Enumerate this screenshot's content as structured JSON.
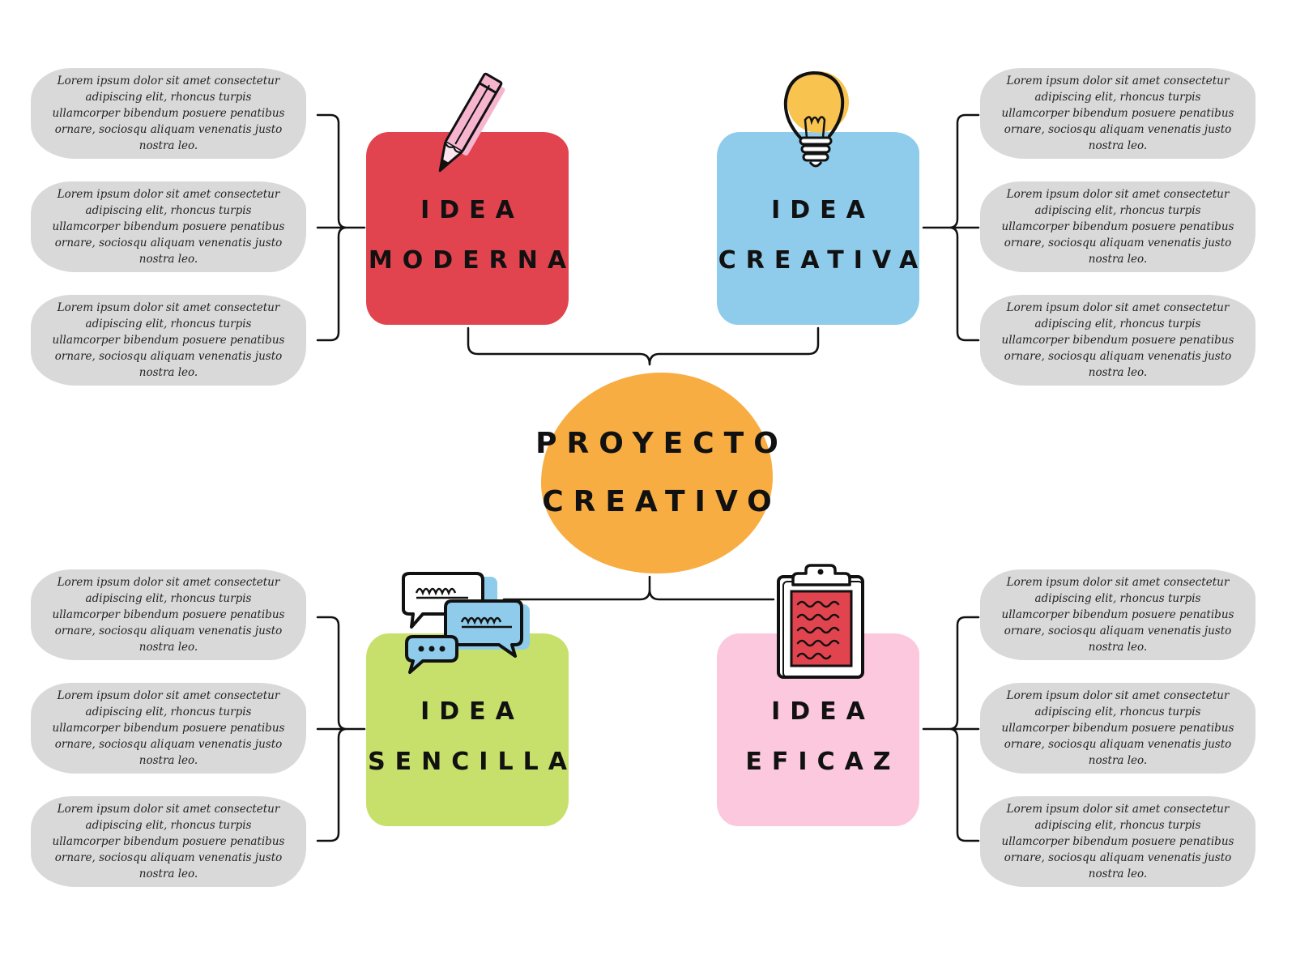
{
  "colors": {
    "center": "#f8ad42",
    "moderna": "#e2444f",
    "creativa": "#8fcbeb",
    "sencilla": "#c7e06b",
    "eficaz": "#fbc8de",
    "note": "#d9d9d9",
    "line": "#111111"
  },
  "center": {
    "line1": "PROYECTO",
    "line2": "CREATIVO"
  },
  "ideas": [
    {
      "line1": "IDEA",
      "line2": "MODERNA",
      "icon": "pencil-icon"
    },
    {
      "line1": "IDEA",
      "line2": "CREATIVA",
      "icon": "lightbulb-icon"
    },
    {
      "line1": "IDEA",
      "line2": "SENCILLA",
      "icon": "chat-bubbles-icon"
    },
    {
      "line1": "IDEA",
      "line2": "EFICAZ",
      "icon": "clipboard-icon"
    }
  ],
  "note_text": "Lorem ipsum dolor sit amet consectetur adipiscing elit, rhoncus turpis ullamcorper bibendum posuere penatibus ornare, sociosqu aliquam venenatis justo nostra leo."
}
